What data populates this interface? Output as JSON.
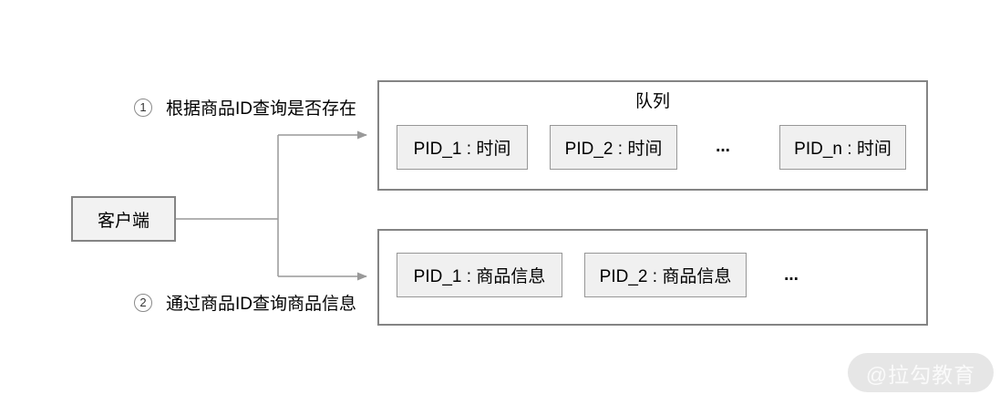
{
  "colors": {
    "outer_border": "#848484",
    "item_fill": "#f0f0f0",
    "item_border": "#979797",
    "connector_line": "#999999",
    "watermark_bg": "#e6e6e6",
    "watermark_text": "#fafafa"
  },
  "client": {
    "label": "客户端"
  },
  "annotations": {
    "step1": {
      "number": "1",
      "text": "根据商品ID查询是否存在"
    },
    "step2": {
      "number": "2",
      "text": "通过商品ID查询商品信息"
    }
  },
  "queue_box": {
    "title": "队列",
    "items": [
      {
        "label": "PID_1 : 时间"
      },
      {
        "label": "PID_2 : 时间"
      },
      {
        "label": "PID_n : 时间"
      }
    ],
    "ellipsis": "..."
  },
  "info_box": {
    "items": [
      {
        "label": "PID_1 : 商品信息"
      },
      {
        "label": "PID_2 : 商品信息"
      }
    ],
    "ellipsis": "..."
  },
  "watermark": {
    "text": "@拉勾教育"
  }
}
